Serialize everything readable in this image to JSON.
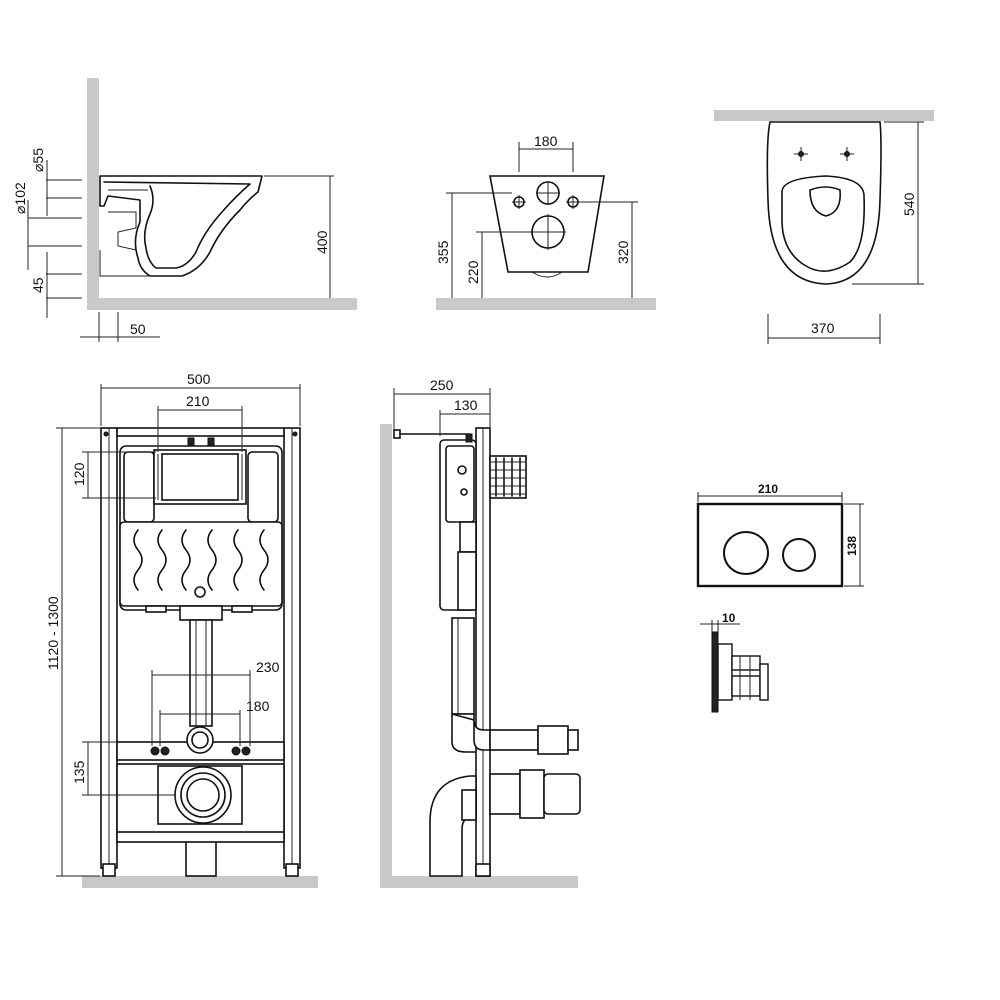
{
  "side_view": {
    "dia_pipe": "⌀102",
    "dia_inlet": "⌀55",
    "height_45": "45",
    "wall_gap": "50",
    "height_400": "400"
  },
  "front_view": {
    "width_180": "180",
    "height_355": "355",
    "height_220": "220",
    "height_320": "320"
  },
  "top_view": {
    "length_540": "540",
    "width_370": "370"
  },
  "frame_front": {
    "width_500": "500",
    "width_210": "210",
    "height_120": "120",
    "height_range": "1120 - 1300",
    "width_230": "230",
    "width_180": "180",
    "height_135": "135"
  },
  "frame_side": {
    "depth_250": "250",
    "depth_130": "130"
  },
  "flush_plate": {
    "width_210": "210",
    "height_138": "138",
    "thickness_10": "10"
  }
}
